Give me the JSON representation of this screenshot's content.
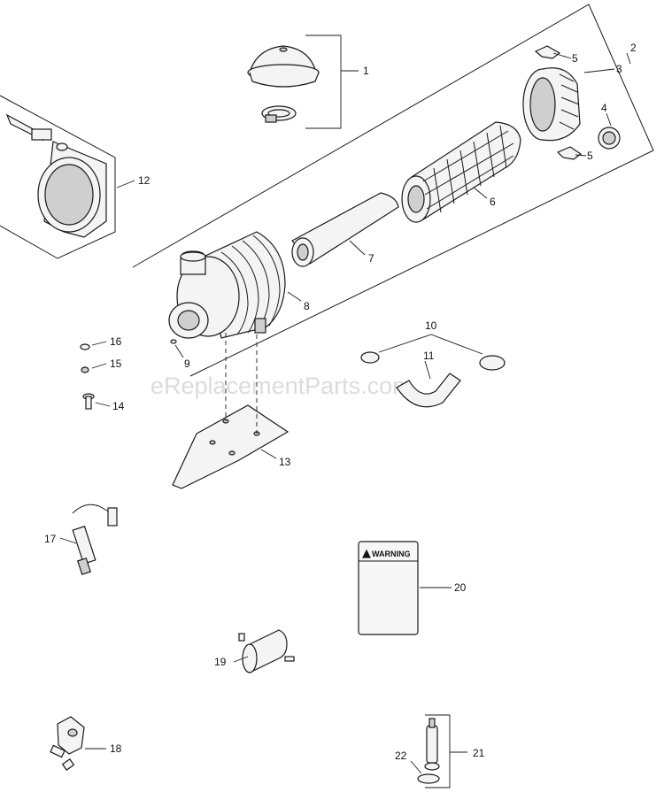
{
  "watermark": "eReplacementParts.com",
  "warning_label": "WARNING",
  "callouts": {
    "c1": "1",
    "c2": "2",
    "c3": "3",
    "c4": "4",
    "c5a": "5",
    "c5b": "5",
    "c6": "6",
    "c7": "7",
    "c8": "8",
    "c9": "9",
    "c10": "10",
    "c11": "11",
    "c12": "12",
    "c13": "13",
    "c14": "14",
    "c15": "15",
    "c16": "16",
    "c17": "17",
    "c18": "18",
    "c19": "19",
    "c20": "20",
    "c21": "21",
    "c22": "22"
  }
}
